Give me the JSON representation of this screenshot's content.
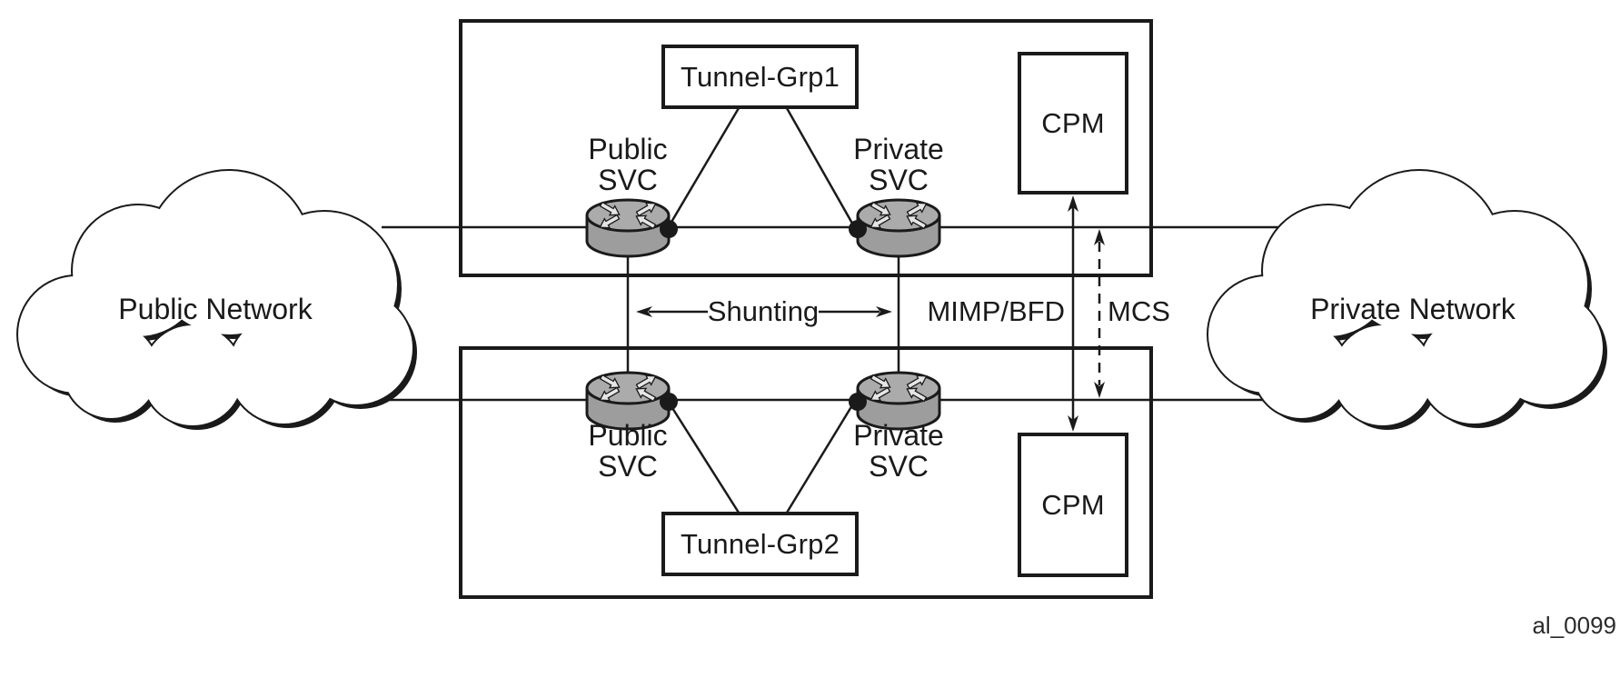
{
  "figure_label": "al_0099",
  "clouds": {
    "public": "Public Network",
    "private": "Private Network"
  },
  "nodes": {
    "top": {
      "tunnel_group": "Tunnel-Grp1",
      "cpm": "CPM"
    },
    "bottom": {
      "tunnel_group": "Tunnel-Grp2",
      "cpm": "CPM"
    }
  },
  "svc": {
    "public_line1": "Public",
    "public_line2": "SVC",
    "private_line1": "Private",
    "private_line2": "SVC"
  },
  "links": {
    "shunting": "Shunting",
    "mimp_bfd": "MIMP/BFD",
    "mcs": "MCS"
  },
  "icons": {
    "router": "router-icon (gray cylinder with four in/out arrows)",
    "connection_dot": "black endpoint dot",
    "arrows": "double-headed connection arrows (solid and dashed)"
  },
  "colors": {
    "line": "#1a1a1a",
    "router_body": "#9d9d9d",
    "router_top": "#ababab",
    "router_arrow_fill": "#e6e6e6",
    "background": "#ffffff"
  }
}
